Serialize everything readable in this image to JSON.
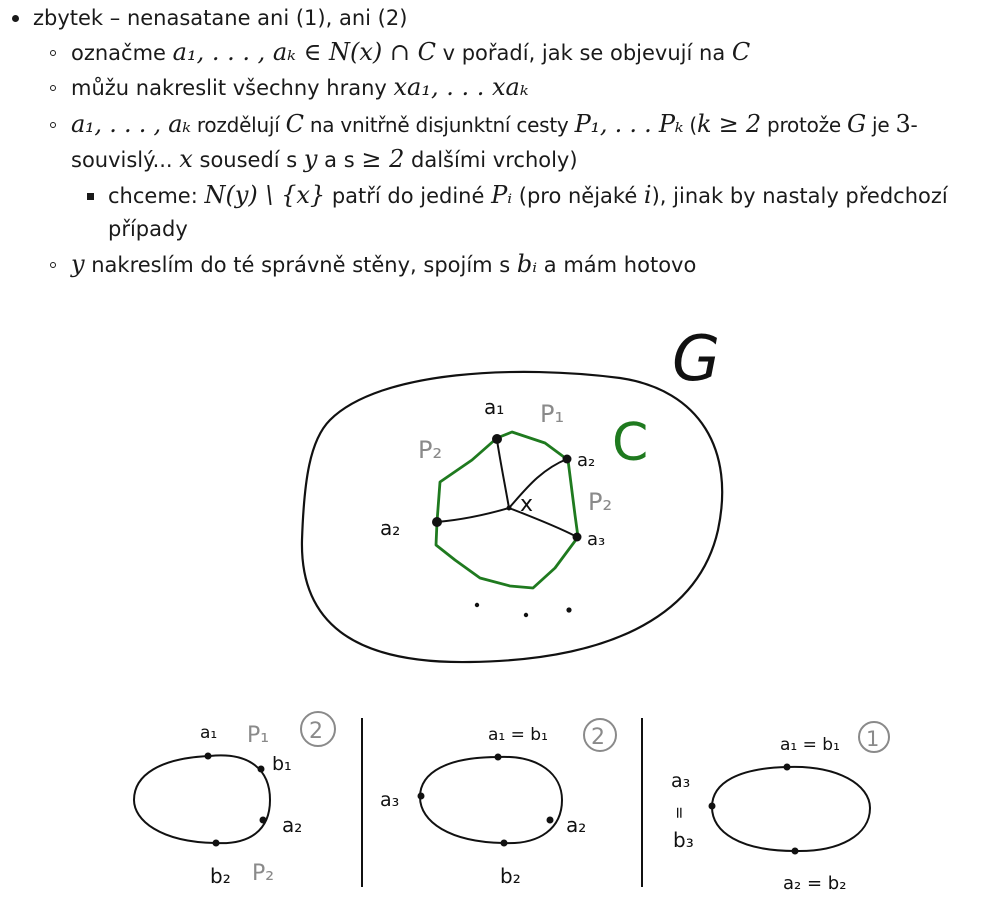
{
  "notes": {
    "l1": {
      "text": "zbytek – nenasatane ani (1), ani (2)"
    },
    "l2": {
      "pre": "označme ",
      "math": "a₁, . . . , aₖ ∈ N(x) ∩ C",
      "post": " v pořadí, jak se objevují na ",
      "math2": "C"
    },
    "l3": {
      "pre": "můžu nakreslit všechny hrany ",
      "math": "xa₁, . . . xaₖ"
    },
    "l4": {
      "math": "a₁, . . . , aₖ",
      "t1": " rozdělují ",
      "m2": "C",
      "t2": " na vnitřně disjunktní cesty ",
      "m3": "P₁, . . . Pₖ",
      "t3": " (",
      "m4": "k ≥ 2",
      "t4": " protože ",
      "m5": "G",
      "t5": " je ",
      "m6": "3",
      "t6": "-"
    },
    "l5": {
      "t1": "souvislý... ",
      "m1": "x",
      "t2": " sousedí s ",
      "m2": "y",
      "t3": " a s ",
      "m3": "≥ 2",
      "t4": " dalšími vrcholy)"
    },
    "l6": {
      "t1": "chceme: ",
      "m1": "N(y) \\ {x}",
      "t2": " patří do jediné ",
      "m2": "Pᵢ",
      "t3": " (pro nějaké ",
      "m3": "i",
      "t4": "), jinak by nastaly předchozí"
    },
    "l7": {
      "text": "případy"
    },
    "l8": {
      "m1": "y",
      "t1": " nakreslím do té správně stěny, spojím s ",
      "m2": "bᵢ",
      "t2": " a mám hotovo"
    }
  },
  "sketch": {
    "graph_label": "G",
    "cycle_label": "C",
    "center_label": "x",
    "vertex_labels": [
      "a₁",
      "a₂",
      "a₃",
      "a₂"
    ],
    "path_labels": [
      "P₁",
      "P₂",
      "P₂"
    ],
    "colors": {
      "ink": "#111111",
      "cycle": "#1f7a1f",
      "pencil": "#8a8a8a"
    }
  },
  "cases": {
    "case1": {
      "labels": [
        "a₁",
        "P₁",
        "b₁",
        "a₂",
        "b₂",
        "P₂"
      ],
      "circled": "2"
    },
    "case2": {
      "labels": [
        "a₁ = b₁",
        "a₃",
        "a₂",
        "b₂"
      ],
      "circled": "2"
    },
    "case3": {
      "labels": [
        "a₁ = b₁",
        "a₃",
        "=",
        "b₃",
        "a₂ = b₂"
      ],
      "circled": "1"
    }
  }
}
